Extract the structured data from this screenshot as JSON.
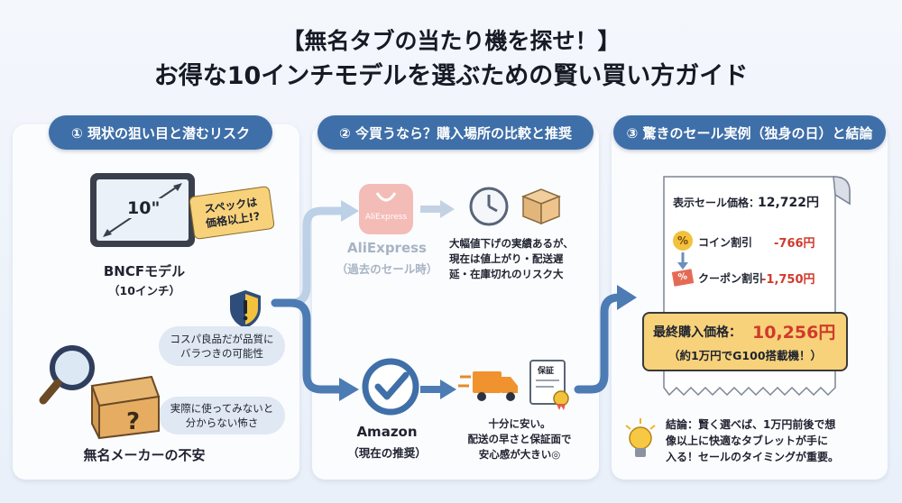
{
  "header": {
    "title_line1": "【無名タブの当たり機を探せ！】",
    "title_line2": "お得な10インチモデルを選ぶための賢い買い方ガイド"
  },
  "section1": {
    "label": "① 現状の狙い目と潜むリスク",
    "screen_size": "10\"",
    "spec_tag": "スペックは\n価格以上!?",
    "model_name": "BNCFモデル",
    "model_sub": "（10インチ）",
    "bubble_quality": "コスパ良品だが品質に\nバラつきの可能性",
    "bubble_unknown": "実際に使ってみないと\n分からない怖さ",
    "footer": "無名メーカーの不安"
  },
  "section2": {
    "label": "② 今買うなら？購入場所の比較と推奨",
    "ali_logo_text": "AliExpress",
    "ali_name": "AliExpress",
    "ali_sub": "（過去のセール時）",
    "ali_desc": "大幅値下げの実績あるが、\n現在は値上がり・配送遅\n延・在庫切れのリスク大",
    "amazon_name": "Amazon",
    "amazon_sub": "（現在の推奨）",
    "warranty_label": "保証",
    "amazon_desc": "十分に安い。\n配送の早さと保証面で\n安心感が大きい◎"
  },
  "section3": {
    "label": "③ 驚きのセール実例（独身の日）と結論",
    "display_price_label": "表示セール価格：",
    "display_price": "12,722円",
    "coin_label": "コイン割引",
    "coin_value": "-766円",
    "coupon_label": "クーポン割引",
    "coupon_value": "-1,750円",
    "final_label": "最終購入価格：",
    "final_value": "10,256円",
    "final_sub": "（約1万円でG100搭載機！）",
    "conclusion": "結論：賢く選べば、1万円前後で想\n像以上に快適なタブレットが手に\n入る！セールのタイミングが重要。"
  },
  "colors": {
    "accent_blue": "#3f6fa8",
    "tag_yellow": "#f7d27a",
    "price_red": "#d03a2c",
    "ali_red": "#e8574a"
  }
}
